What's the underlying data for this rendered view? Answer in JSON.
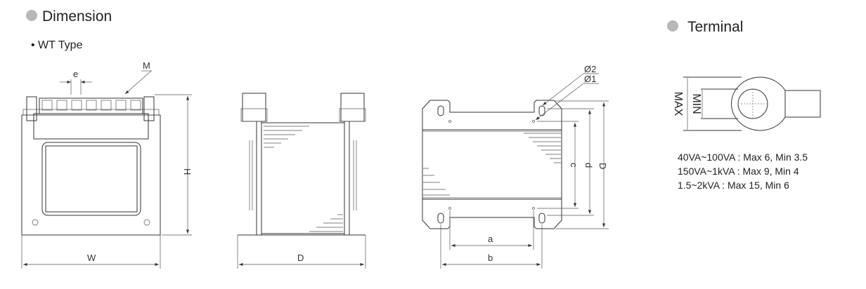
{
  "headings": {
    "dimension": "Dimension",
    "type": "• WT Type",
    "terminal": "Terminal"
  },
  "front_view": {
    "labels": {
      "e": "e",
      "M": "M",
      "H": "H",
      "W": "W"
    }
  },
  "side_view": {
    "labels": {
      "D": "D"
    }
  },
  "bottom_view": {
    "labels": {
      "phi2": "Ø2",
      "phi1": "Ø1",
      "c": "c",
      "d": "d",
      "D": "D",
      "a": "a",
      "b": "b"
    }
  },
  "terminal": {
    "labels": {
      "max": "MAX",
      "min": "MIN"
    },
    "specs": [
      "40VA~100VA : Max 6,  Min 3.5",
      "150VA~1kVA : Max 9,  Min 4",
      "1.5~2kVA : Max 15,  Min 6"
    ]
  },
  "colors": {
    "bullet": "#b8b8b8",
    "line": "#333333"
  }
}
